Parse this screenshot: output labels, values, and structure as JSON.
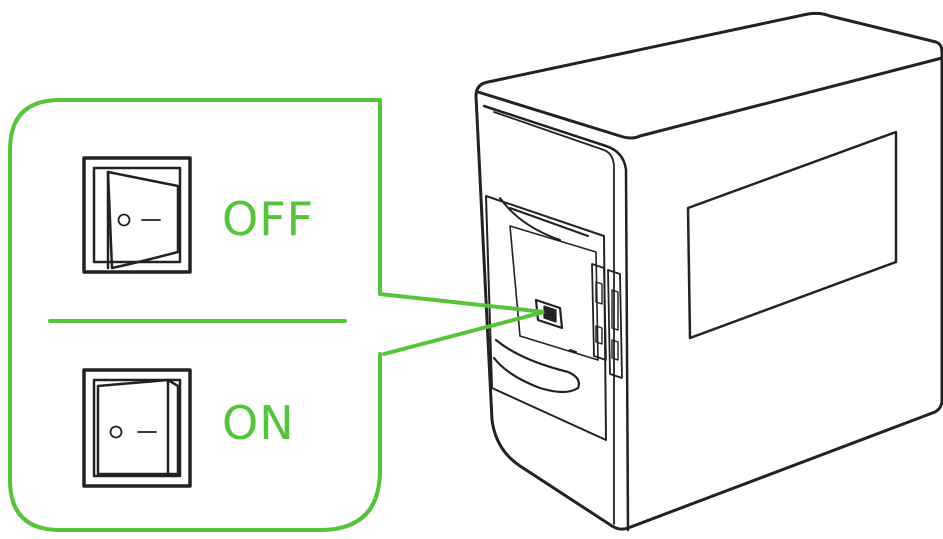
{
  "labels": {
    "off": "OFF",
    "on": "ON"
  },
  "colors": {
    "accent": "#55c43a",
    "line": "#222222",
    "background": "#ffffff"
  },
  "icons": {
    "off_switch": "rocker-switch-off-icon",
    "on_switch": "rocker-switch-on-icon",
    "device": "external-gpu-enclosure"
  }
}
